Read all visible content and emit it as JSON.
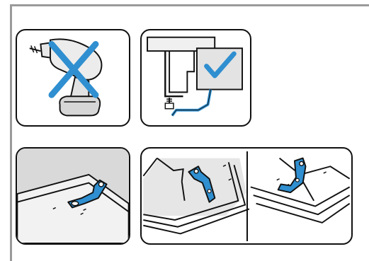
{
  "colors": {
    "frame": "#9a9a9a",
    "outline": "#111111",
    "accent_blue": "#2f8fd0",
    "light_blue": "#cfe6f5",
    "gray_fill": "#d9d9d9",
    "light_gray": "#f0f0f0"
  },
  "panels": [
    {
      "id": "no-drill",
      "icon": "cordless-drill-crossed-icon",
      "meaning": "prohibited"
    },
    {
      "id": "bracket-side-view",
      "icon": "checkmark-icon",
      "meaning": "allowed"
    },
    {
      "id": "bracket-corner-detail",
      "icon": "mounting-bracket-icon"
    },
    {
      "id": "bracket-attach-sequence",
      "icon": "mounting-bracket-icon"
    }
  ]
}
